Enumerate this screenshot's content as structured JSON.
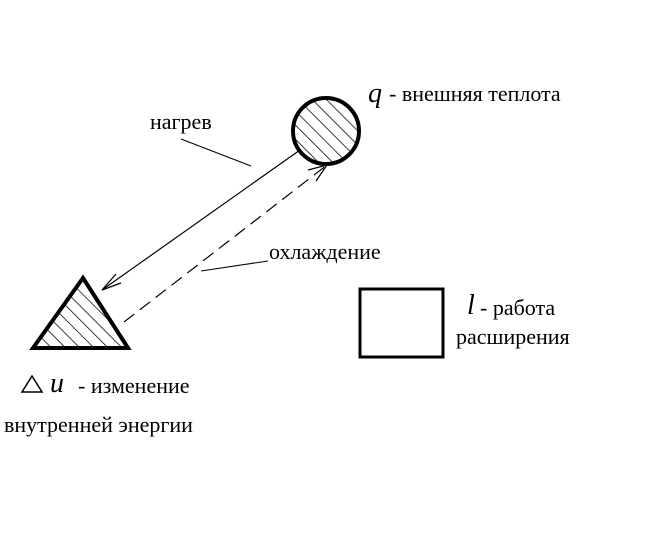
{
  "diagram": {
    "heat_label": {
      "symbol": "q",
      "text": "- внешняя теплота"
    },
    "heating_label": "нагрев",
    "cooling_label": "охлаждение",
    "work_label": {
      "symbol": "l",
      "line1": "- работа",
      "line2": "расширения"
    },
    "energy_label": {
      "symbol": "u",
      "line1": "- изменение",
      "line2": "внутренней энергии"
    },
    "colors": {
      "stroke": "#000000",
      "background": "#ffffff"
    },
    "icons": {
      "heat": "hatched-circle",
      "energy": "hatched-triangle",
      "work": "empty-square",
      "delta": "triangle-outline"
    }
  }
}
